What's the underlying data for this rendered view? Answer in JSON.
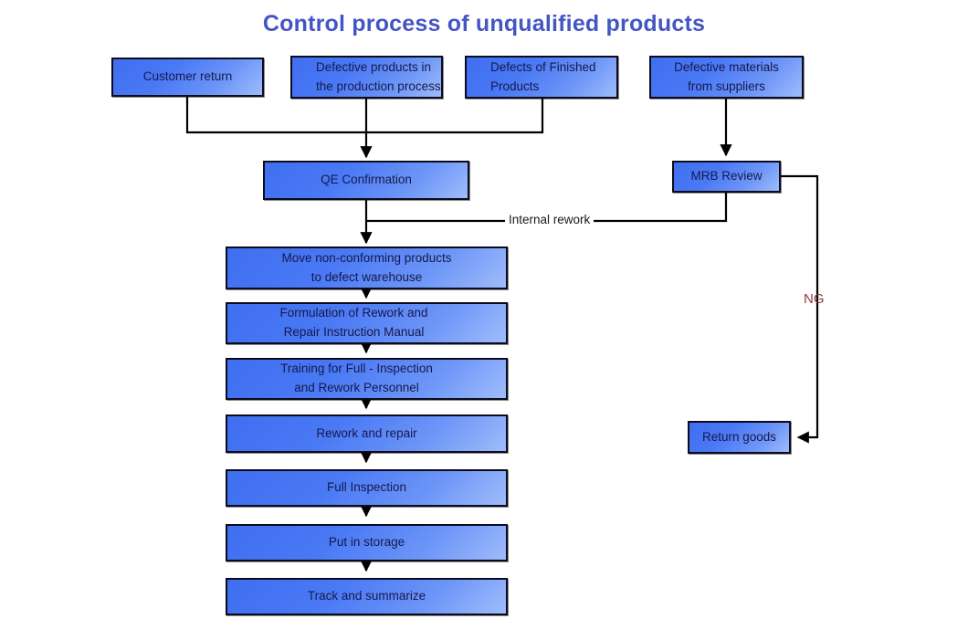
{
  "title": "Control process of unqualified products",
  "theme": {
    "title_color": "#4455c4",
    "node_border": "#0b0b1e",
    "node_fill_start": "#3f6ff0",
    "node_fill_end": "#9fbcfb",
    "node_text": "#16194a",
    "connector": "#000000",
    "ng_color": "#8d3b40"
  },
  "nodes": {
    "customer_return": {
      "lines": [
        "Customer return"
      ]
    },
    "defective_production": {
      "lines": [
        "Defective products in",
        "the production process"
      ]
    },
    "defects_finished": {
      "lines": [
        "Defects of Finished",
        "Products"
      ]
    },
    "defective_materials": {
      "lines": [
        "Defective materials",
        "from suppliers"
      ]
    },
    "qe_confirmation": {
      "lines": [
        "QE Confirmation"
      ]
    },
    "mrb_review": {
      "lines": [
        "MRB Review"
      ]
    },
    "move_nonconforming": {
      "lines": [
        "Move non-conforming products",
        "to defect warehouse"
      ]
    },
    "formulation_rework": {
      "lines": [
        "Formulation of Rework and",
        "Repair Instruction Manual"
      ]
    },
    "training_inspection": {
      "lines": [
        "Training for Full - Inspection",
        "and Rework Personnel"
      ]
    },
    "rework_repair": {
      "lines": [
        "Rework and repair"
      ]
    },
    "full_inspection": {
      "lines": [
        "Full Inspection"
      ]
    },
    "put_in_storage": {
      "lines": [
        "Put in storage"
      ]
    },
    "track_summarize": {
      "lines": [
        "Track and summarize"
      ]
    },
    "return_goods": {
      "lines": [
        "Return goods"
      ]
    }
  },
  "edge_labels": {
    "internal_rework": "Internal rework",
    "ng": "NG"
  }
}
